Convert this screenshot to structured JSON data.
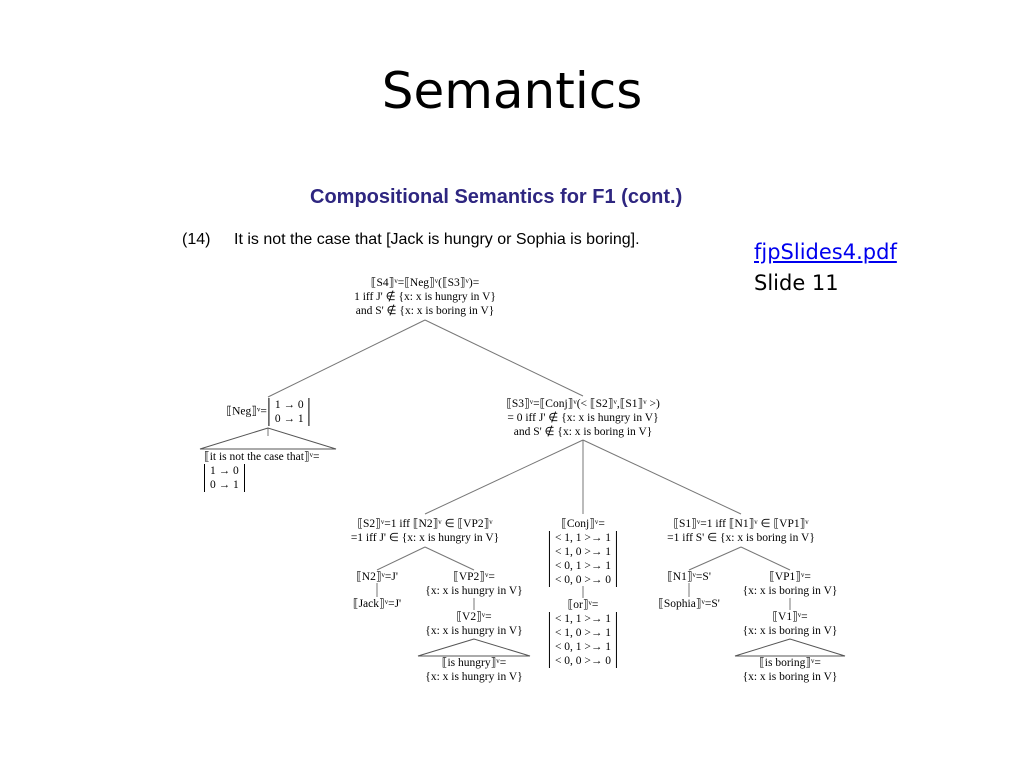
{
  "slide": {
    "title": "Semantics",
    "reference_link": "fjpSlides4.pdf",
    "reference_slide": "Slide 11"
  },
  "figure": {
    "heading": "Compositional Semantics for F1 (cont.)",
    "example_number": "(14)",
    "example_sentence": "It is not the case that [Jack is hungry or Sophia is boring].",
    "tree": {
      "s4": [
        "⟦S4⟧ᵛ=⟦Neg⟧ᵛ(⟦S3⟧ᵛ)=",
        "1 iff J' ∉ {x: x is hungry in V}",
        "and S' ∉ {x: x is boring in V}"
      ],
      "neg_label": "⟦Neg⟧ᵛ=",
      "neg_matrix": [
        "1 → 0",
        "0 → 1"
      ],
      "neg_word_label": "⟦it is not the case that⟧ᵛ=",
      "neg_word_matrix": [
        "1 → 0",
        "0 → 1"
      ],
      "s3": [
        "⟦S3⟧ᵛ=⟦Conj⟧ᵛ(< ⟦S2⟧ᵛ,⟦S1⟧ᵛ >)",
        "= 0 iff J' ∉ {x: x is hungry in V}",
        "and S' ∉ {x: x is boring in V}"
      ],
      "s2": [
        "⟦S2⟧ᵛ=1 iff ⟦N2⟧ᵛ ∈ ⟦VP2⟧ᵛ",
        "=1 iff J' ∈ {x: x is hungry in V}"
      ],
      "conj_label": "⟦Conj⟧ᵛ=",
      "conj_matrix": [
        "< 1, 1 >→ 1",
        "< 1, 0 >→ 1",
        "< 0, 1 >→ 1",
        "< 0, 0 >→ 0"
      ],
      "or_label": "⟦or⟧ᵛ=",
      "or_matrix": [
        "< 1, 1 >→ 1",
        "< 1, 0 >→ 1",
        "< 0, 1 >→ 1",
        "< 0, 0 >→ 0"
      ],
      "s1": [
        "⟦S1⟧ᵛ=1 iff ⟦N1⟧ᵛ ∈ ⟦VP1⟧ᵛ",
        "=1 iff S' ∈ {x: x is boring in V}"
      ],
      "n2": "⟦N2⟧ᵛ=J'",
      "jack": "⟦Jack⟧ᵛ=J'",
      "vp2": [
        "⟦VP2⟧ᵛ=",
        "{x: x is hungry in V}"
      ],
      "v2": [
        "⟦V2⟧ᵛ=",
        "{x: x is hungry in V}"
      ],
      "is_hungry": [
        "⟦is hungry⟧ᵛ=",
        "{x: x is hungry in V}"
      ],
      "n1": "⟦N1⟧ᵛ=S'",
      "sophia": "⟦Sophia⟧ᵛ=S'",
      "vp1": [
        "⟦VP1⟧ᵛ=",
        "{x: x is boring in V}"
      ],
      "v1": [
        "⟦V1⟧ᵛ=",
        "{x: x is boring in V}"
      ],
      "is_boring": [
        "⟦is boring⟧ᵛ=",
        "{x: x is boring in V}"
      ]
    }
  }
}
